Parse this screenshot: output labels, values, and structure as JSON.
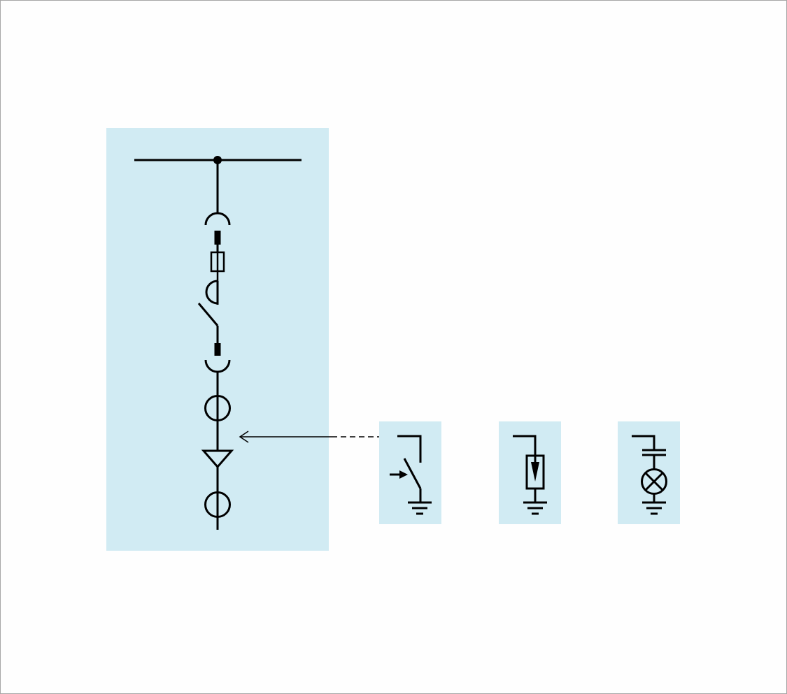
{
  "diagram": {
    "type": "single-line switchgear schematic",
    "colors": {
      "panel_fill": "#d1ebf3",
      "line": "#000000",
      "frame_border": "#a6a6a6",
      "background": "#fefefe"
    },
    "main_panel": {
      "symbols": [
        "busbar-with-junction",
        "plug-in-contact-upper",
        "fuse",
        "load-break-switch",
        "plug-in-contact-lower",
        "current-transformer-upper",
        "cable-termination-triangle",
        "current-transformer-lower"
      ]
    },
    "option_panels": [
      {
        "id": "earthing-switch",
        "icon": "earthing-switch-icon"
      },
      {
        "id": "voltage-detector",
        "icon": "voltage-detector-icon"
      },
      {
        "id": "capacitive-indicator-lamp",
        "icon": "indicator-lamp-icon"
      }
    ],
    "connector": {
      "style": "dashed-then-solid arrow",
      "from": "earthing-switch",
      "to": "main-panel"
    }
  }
}
